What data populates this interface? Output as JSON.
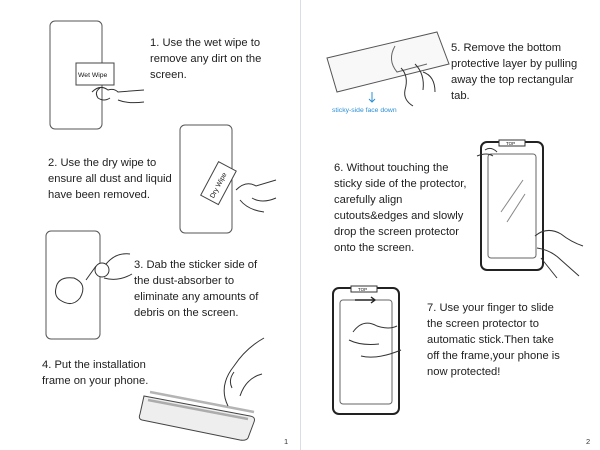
{
  "page_left": {
    "page_number": "1",
    "steps": [
      {
        "text": "1.  Use the wet wipe to\nremove any dirt on the\nscreen.",
        "label": "Wet Wipe"
      },
      {
        "text": "2.  Use the dry wipe to\nensure all dust and liquid\nhave been removed.",
        "label": "Dry Wipe"
      },
      {
        "text": "3.  Dab the sticker side of\nthe dust-absorber to\neliminate any amounts of\ndebris on the screen."
      },
      {
        "text": "4. Put the installation\nframe on your phone."
      }
    ]
  },
  "page_right": {
    "page_number": "2",
    "steps": [
      {
        "text": "5.  Remove the bottom\nprotective layer by pulling\naway the top rectangular\ntab.",
        "label": "sticky-side face down"
      },
      {
        "text": "6.  Without touching the\nsticky side of the protector,\ncarefully align\ncutouts&edges and slowly\ndrop the screen protector\nonto the screen.",
        "label": "TOP"
      },
      {
        "text": "7. Use your finger to slide\nthe screen protector to\nautomatic stick.Then take\noff the frame,your phone is\nnow protected!",
        "label": "TOP"
      }
    ]
  },
  "colors": {
    "accent_blue": "#2a8fd6",
    "line": "#444444"
  }
}
